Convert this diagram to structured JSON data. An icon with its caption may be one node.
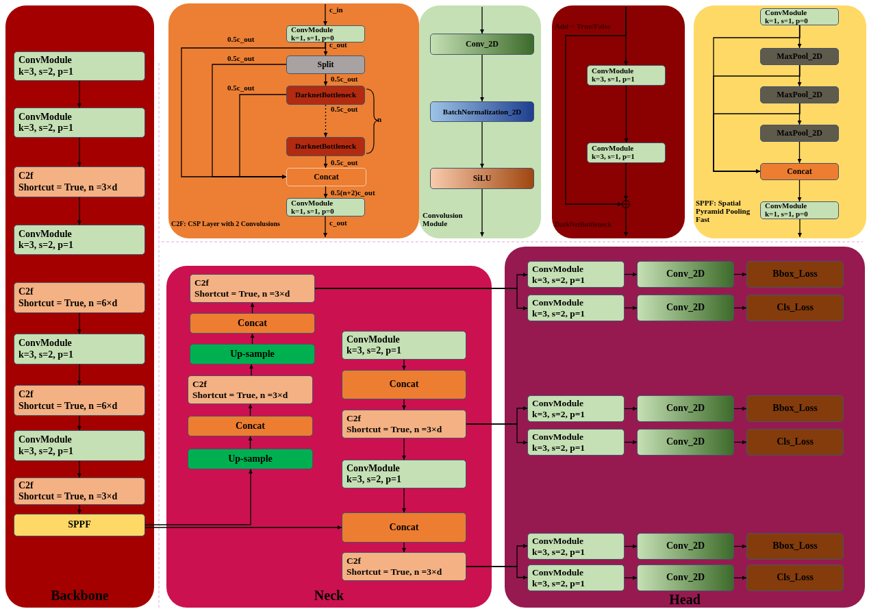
{
  "diagram": {
    "nodes": [
      {
        "text": [
          "Backbone"
        ]
      },
      {
        "text": [
          "ConvModule",
          "k=3, s=2, p=1"
        ],
        "in": 0
      },
      {
        "text": [
          "ConvModule",
          "k=3, s=2, p=1"
        ],
        "in": 0
      },
      {
        "text": [
          "C2f",
          "Shortcut = True, n =3×d"
        ],
        "in": 0
      },
      {
        "text": [
          "ConvModule",
          "k=3, s=2, p=1"
        ],
        "in": 0
      },
      {
        "text": [
          "C2f",
          "Shortcut = True, n =6×d"
        ],
        "in": 0
      },
      {
        "text": [
          "ConvModule",
          "k=3, s=2, p=1"
        ],
        "in": 0
      },
      {
        "text": [
          "C2f",
          "Shortcut = True, n =6×d"
        ],
        "in": 0
      },
      {
        "text": [
          "ConvModule",
          "k=3, s=2, p=1"
        ],
        "in": 0
      },
      {
        "text": [
          "C2f",
          "Shortcut = True, n =3×d"
        ],
        "in": 0
      },
      {
        "text": [
          "SPPF"
        ],
        "in": 0
      },
      {
        "text": [
          "C2F: CSP Layer with 2 Convolusions"
        ]
      },
      {
        "text": [
          "ConvModule",
          "k=1, s=1, p=0"
        ],
        "in": 11
      },
      {
        "text": [
          "Split"
        ],
        "in": 11
      },
      {
        "text": [
          "DarknetBottleneck"
        ],
        "in": 11
      },
      {
        "text": [
          "DarknetBottleneck"
        ],
        "in": 11
      },
      {
        "text": [
          "Concat"
        ],
        "in": 11
      },
      {
        "text": [
          "ConvModule",
          "k=1, s=1, p=0"
        ],
        "in": 11
      },
      {
        "text": [
          "Convolusion Module"
        ]
      },
      {
        "text": [
          "Conv_2D"
        ],
        "in": 18
      },
      {
        "text": [
          "BatchNormalization_2D"
        ],
        "in": 18
      },
      {
        "text": [
          "SiLU"
        ],
        "in": 18
      },
      {
        "text": [
          "DarkNetBottleneck"
        ]
      },
      {
        "text": [
          "ConvModule",
          "k=3, s=1, p=1"
        ],
        "in": 22
      },
      {
        "text": [
          "ConvModule",
          "k=3, s=1, p=1"
        ],
        "in": 22
      },
      {
        "text": [],
        "shape": "circle",
        "in": 22
      },
      {
        "text": [
          "SPPF: Spatial Pyramid Pooling Fast"
        ]
      },
      {
        "text": [
          "ConvModule",
          "k=1, s=1, p=0"
        ],
        "in": 26
      },
      {
        "text": [
          "MaxPool_2D"
        ],
        "in": 26
      },
      {
        "text": [
          "MaxPool_2D"
        ],
        "in": 26
      },
      {
        "text": [
          "MaxPool_2D"
        ],
        "in": 26
      },
      {
        "text": [
          "Concat"
        ],
        "in": 26
      },
      {
        "text": [
          "ConvModule",
          "k=1, s=1, p=0"
        ],
        "in": 26
      },
      {
        "text": [
          "Neck"
        ]
      },
      {
        "text": [
          "C2f",
          "Shortcut = True, n =3×d"
        ],
        "in": 33
      },
      {
        "text": [
          "Concat"
        ],
        "in": 33
      },
      {
        "text": [
          "Up-sample"
        ],
        "in": 33
      },
      {
        "text": [
          "C2f",
          "Shortcut = True, n =3×d"
        ],
        "in": 33
      },
      {
        "text": [
          "Concat"
        ],
        "in": 33
      },
      {
        "text": [
          "Up-sample"
        ],
        "in": 33
      },
      {
        "text": [
          "ConvModule",
          "k=3, s=2, p=1"
        ],
        "in": 33
      },
      {
        "text": [
          "Concat"
        ],
        "in": 33
      },
      {
        "text": [
          "C2f",
          "Shortcut = True, n =3×d"
        ],
        "in": 33
      },
      {
        "text": [
          "ConvModule",
          "k=3, s=2, p=1"
        ],
        "in": 33
      },
      {
        "text": [
          "Concat"
        ],
        "in": 33
      },
      {
        "text": [
          "C2f",
          "Shortcut = True, n =3×d"
        ],
        "in": 33
      },
      {
        "text": [
          "Head"
        ]
      },
      {
        "text": [
          "ConvModule",
          "k=3, s=2, p=1"
        ],
        "in": 46
      },
      {
        "text": [
          "Conv_2D"
        ],
        "in": 46
      },
      {
        "text": [
          "Bbox_Loss"
        ],
        "in": 46
      },
      {
        "text": [
          "ConvModule",
          "k=3, s=2, p=1"
        ],
        "in": 46
      },
      {
        "text": [
          "Conv_2D"
        ],
        "in": 46
      },
      {
        "text": [
          "Cls_Loss"
        ],
        "in": 46
      },
      {
        "text": [
          "ConvModule",
          "k=3, s=2, p=1"
        ],
        "in": 46
      },
      {
        "text": [
          "Conv_2D"
        ],
        "in": 46
      },
      {
        "text": [
          "Bbox_Loss"
        ],
        "in": 46
      },
      {
        "text": [
          "ConvModule",
          "k=3, s=2, p=1"
        ],
        "in": 46
      },
      {
        "text": [
          "Conv_2D"
        ],
        "in": 46
      },
      {
        "text": [
          "Cls_Loss"
        ],
        "in": 46
      },
      {
        "text": [
          "ConvModule",
          "k=3, s=2, p=1"
        ],
        "in": 46
      },
      {
        "text": [
          "Conv_2D"
        ],
        "in": 46
      },
      {
        "text": [
          "Bbox_Loss"
        ],
        "in": 46
      },
      {
        "text": [
          "ConvModule",
          "k=3, s=2, p=1"
        ],
        "in": 46
      },
      {
        "text": [
          "Conv_2D"
        ],
        "in": 46
      },
      {
        "text": [
          "Cls_Loss"
        ],
        "in": 46
      }
    ],
    "edges": [
      {
        "from": 1,
        "to": 2,
        "arrow": "to"
      },
      {
        "from": 2,
        "to": 3,
        "arrow": "to"
      },
      {
        "from": 3,
        "to": 4,
        "arrow": "to"
      },
      {
        "from": 5,
        "to": 6,
        "arrow": "to"
      },
      {
        "from": 6,
        "to": 7,
        "arrow": "to"
      },
      {
        "from": 7,
        "to": 8,
        "arrow": "to"
      },
      {
        "from": 8,
        "to": 9,
        "arrow": "to"
      },
      {
        "from": 9,
        "to": 10,
        "arrow": "to"
      },
      {
        "from": null,
        "to": 12,
        "arrow": "to",
        "label": "c_in"
      },
      {
        "from": 12,
        "to": 13,
        "arrow": "to",
        "label": "c_out"
      },
      {
        "from": 13,
        "to": 14,
        "arrow": "to",
        "label": "0.5c_out"
      },
      {
        "from": 14,
        "to": 15,
        "arrow": "to",
        "label": "0.5c_out",
        "style": "dashed"
      },
      {
        "from": 15,
        "to": 16,
        "arrow": "to",
        "label": "0.5c_out"
      },
      {
        "from": 16,
        "to": 17,
        "arrow": "to",
        "label": "0.5(n+2)c_out"
      },
      {
        "from": 17,
        "to": null,
        "arrow": "to",
        "label": "c_out"
      },
      {
        "from": 12,
        "to": 16,
        "arrow": "to",
        "label": "0.5c_out"
      },
      {
        "from": 13,
        "to": 16,
        "arrow": "to",
        "label": "0.5c_out"
      },
      {
        "from": 14,
        "to": 16,
        "arrow": "to",
        "label": "0.5c_out"
      },
      {
        "from": null,
        "to": 19,
        "arrow": "to"
      },
      {
        "from": 19,
        "to": 20,
        "arrow": "to"
      },
      {
        "from": 20,
        "to": 21,
        "arrow": "to"
      },
      {
        "from": 21,
        "to": null,
        "arrow": "to"
      },
      {
        "from": null,
        "to": 23,
        "arrow": "to"
      },
      {
        "from": null,
        "to": 25,
        "arrow": "to"
      },
      {
        "from": 23,
        "to": 24,
        "arrow": "to"
      },
      {
        "from": 24,
        "to": 25,
        "arrow": "to"
      },
      {
        "from": 25,
        "to": null,
        "arrow": "to"
      },
      {
        "from": 27,
        "to": 28,
        "arrow": "to"
      },
      {
        "from": 28,
        "to": 29,
        "arrow": "to"
      },
      {
        "from": 29,
        "to": 30,
        "arrow": "to"
      },
      {
        "from": 30,
        "to": 31,
        "arrow": "to"
      },
      {
        "from": 31,
        "to": 32,
        "arrow": "to"
      },
      {
        "from": 27,
        "to": 31,
        "arrow": "to"
      },
      {
        "from": 28,
        "to": 31,
        "arrow": "to"
      },
      {
        "from": 29,
        "to": 31,
        "arrow": "to"
      },
      {
        "from": 32,
        "to": null,
        "arrow": "to"
      },
      {
        "from": 10,
        "to": 39,
        "arrow": "to"
      },
      {
        "from": 10,
        "to": 44,
        "arrow": "to"
      },
      {
        "from": 39,
        "to": 38,
        "arrow": "to"
      },
      {
        "from": 38,
        "to": 37,
        "arrow": "to"
      },
      {
        "from": 37,
        "to": 36,
        "arrow": "to"
      },
      {
        "from": 36,
        "to": 35,
        "arrow": "to"
      },
      {
        "from": 35,
        "to": 34,
        "arrow": "to"
      },
      {
        "from": 40,
        "to": 41,
        "arrow": "to"
      },
      {
        "from": 41,
        "to": 42,
        "arrow": "to"
      },
      {
        "from": 42,
        "to": 43,
        "arrow": "to"
      },
      {
        "from": 43,
        "to": 44,
        "arrow": "to"
      },
      {
        "from": 44,
        "to": 45,
        "arrow": "to"
      },
      {
        "from": 34,
        "to": 47,
        "arrow": "to"
      },
      {
        "from": 34,
        "to": 50,
        "arrow": "to"
      },
      {
        "from": 42,
        "to": 53,
        "arrow": "to"
      },
      {
        "from": 42,
        "to": 56,
        "arrow": "to"
      },
      {
        "from": 45,
        "to": 59,
        "arrow": "to"
      },
      {
        "from": 45,
        "to": 62,
        "arrow": "to"
      },
      {
        "from": 47,
        "to": 48,
        "arrow": "to"
      },
      {
        "from": 48,
        "to": 49,
        "arrow": "to"
      },
      {
        "from": 50,
        "to": 51,
        "arrow": "to"
      },
      {
        "from": 51,
        "to": 52,
        "arrow": "to"
      },
      {
        "from": 53,
        "to": 54,
        "arrow": "to"
      },
      {
        "from": 54,
        "to": 55,
        "arrow": "to"
      },
      {
        "from": 56,
        "to": 57,
        "arrow": "to"
      },
      {
        "from": 57,
        "to": 58,
        "arrow": "to"
      },
      {
        "from": 59,
        "to": 60,
        "arrow": "to"
      },
      {
        "from": 60,
        "to": 61,
        "arrow": "to"
      },
      {
        "from": 62,
        "to": 63,
        "arrow": "to"
      },
      {
        "from": 63,
        "to": 64,
        "arrow": "to"
      }
    ],
    "labels": [
      "n",
      "Add = True/False"
    ]
  }
}
